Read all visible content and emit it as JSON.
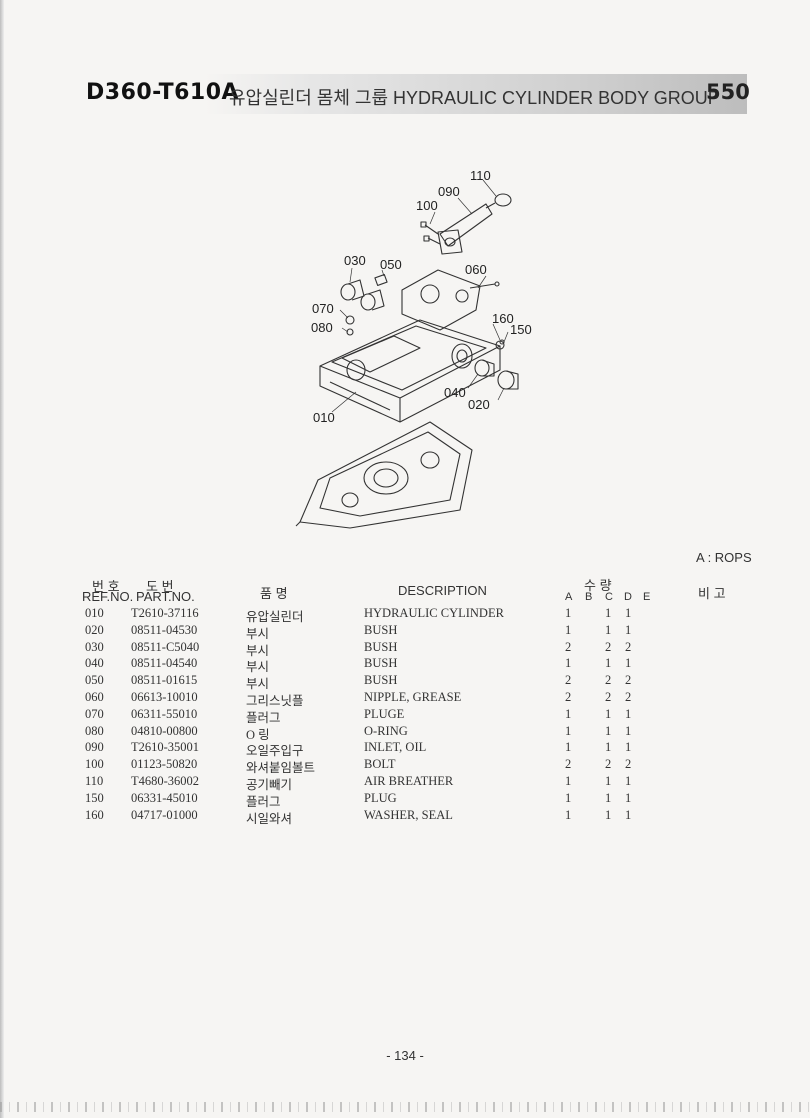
{
  "header": {
    "model": "D360-T610A",
    "title": "유압실린더 몸체 그룹 HYDRAULIC CYLINDER BODY GROUP",
    "group_no": "550"
  },
  "diagram": {
    "callouts": [
      "110",
      "090",
      "100",
      "030",
      "050",
      "060",
      "070",
      "080",
      "160",
      "150",
      "040",
      "020",
      "010"
    ]
  },
  "note": "A : ROPS",
  "table": {
    "headers": {
      "ref_kr": "번 호",
      "ref_en": "REF.NO.",
      "part_kr": "도 번",
      "part_en": "PART.NO.",
      "name_kr": "품 명",
      "description": "DESCRIPTION",
      "qty_kr": "수 량",
      "qty_cols": [
        "A",
        "B",
        "C",
        "D",
        "E"
      ],
      "remarks": "비 고"
    },
    "rows": [
      {
        "ref": "010",
        "part": "T2610-37116",
        "name": "유압실린더",
        "desc": "HYDRAULIC CYLINDER",
        "a": "1",
        "c": "1",
        "d": "1"
      },
      {
        "ref": "020",
        "part": "08511-04530",
        "name": "부시",
        "desc": "BUSH",
        "a": "1",
        "c": "1",
        "d": "1"
      },
      {
        "ref": "030",
        "part": "08511-C5040",
        "name": "부시",
        "desc": "BUSH",
        "a": "2",
        "c": "2",
        "d": "2"
      },
      {
        "ref": "040",
        "part": "08511-04540",
        "name": "부시",
        "desc": "BUSH",
        "a": "1",
        "c": "1",
        "d": "1"
      },
      {
        "ref": "050",
        "part": "08511-01615",
        "name": "부시",
        "desc": "BUSH",
        "a": "2",
        "c": "2",
        "d": "2"
      },
      {
        "ref": "060",
        "part": "06613-10010",
        "name": "그리스닛플",
        "desc": "NIPPLE, GREASE",
        "a": "2",
        "c": "2",
        "d": "2"
      },
      {
        "ref": "070",
        "part": "06311-55010",
        "name": "플러그",
        "desc": "PLUGE",
        "a": "1",
        "c": "1",
        "d": "1"
      },
      {
        "ref": "080",
        "part": "04810-00800",
        "name": "O 링",
        "desc": "O-RING",
        "a": "1",
        "c": "1",
        "d": "1"
      },
      {
        "ref": "090",
        "part": "T2610-35001",
        "name": "오일주입구",
        "desc": "INLET, OIL",
        "a": "1",
        "c": "1",
        "d": "1"
      },
      {
        "ref": "100",
        "part": "01123-50820",
        "name": "와셔붙임볼트",
        "desc": "BOLT",
        "a": "2",
        "c": "2",
        "d": "2"
      },
      {
        "ref": "110",
        "part": "T4680-36002",
        "name": "공기빼기",
        "desc": "AIR BREATHER",
        "a": "1",
        "c": "1",
        "d": "1"
      },
      {
        "ref": "150",
        "part": "06331-45010",
        "name": "플러그",
        "desc": "PLUG",
        "a": "1",
        "c": "1",
        "d": "1"
      },
      {
        "ref": "160",
        "part": "04717-01000",
        "name": "시일와셔",
        "desc": "WASHER, SEAL",
        "a": "1",
        "c": "1",
        "d": "1"
      }
    ]
  },
  "page_number": "- 134 -"
}
